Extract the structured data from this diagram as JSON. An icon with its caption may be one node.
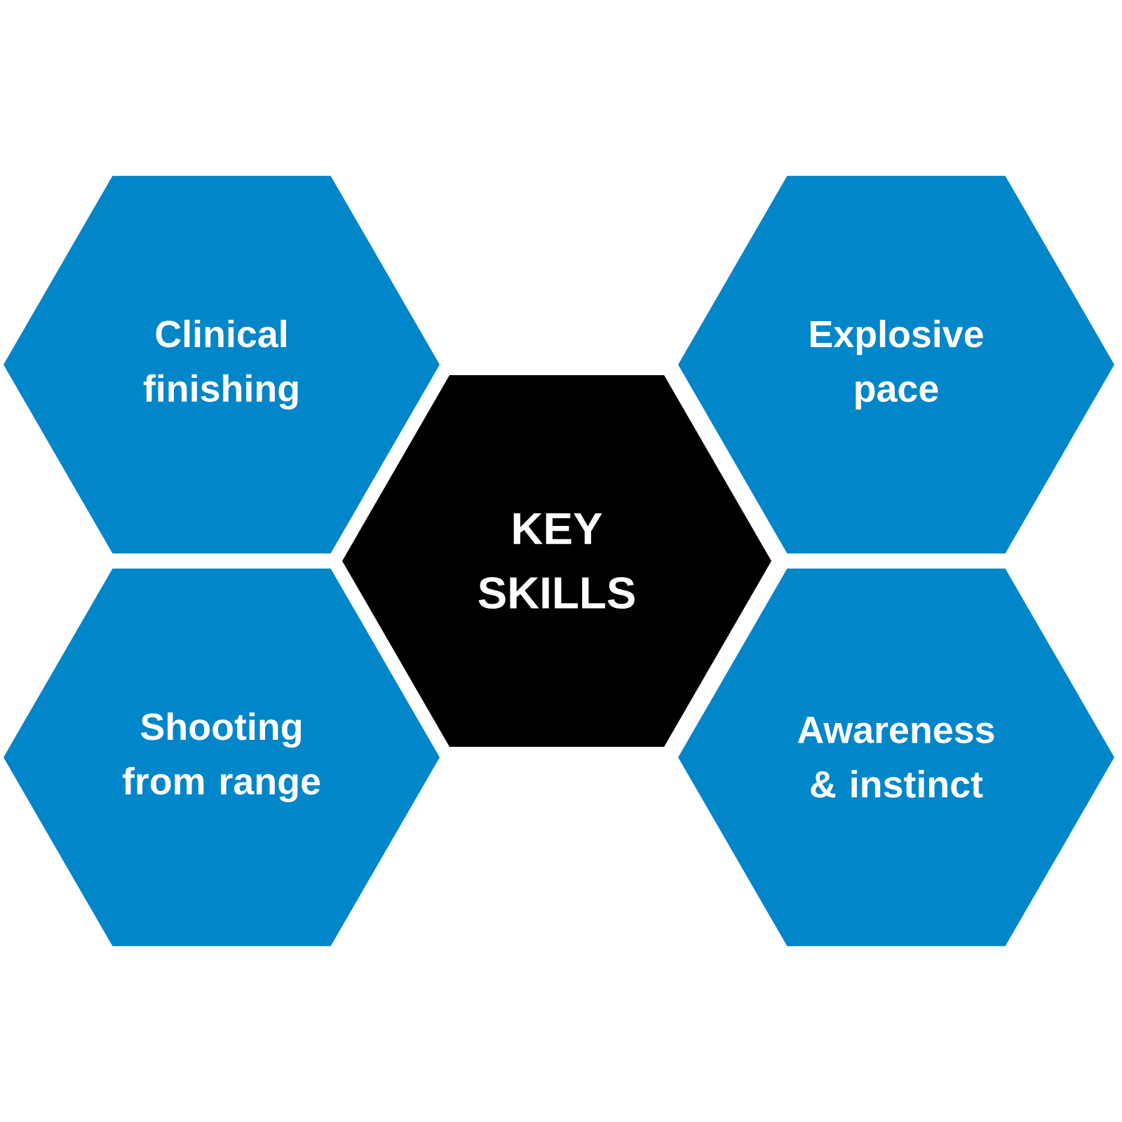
{
  "diagram": {
    "nodes": [
      {
        "text": [
          "Clinical finishing"
        ]
      },
      {
        "text": [
          "Explosive pace"
        ]
      },
      {
        "text": [
          "KEY SKILLS"
        ]
      },
      {
        "text": [
          "Shooting from range"
        ]
      },
      {
        "text": [
          "Awareness & instinct"
        ]
      }
    ]
  }
}
